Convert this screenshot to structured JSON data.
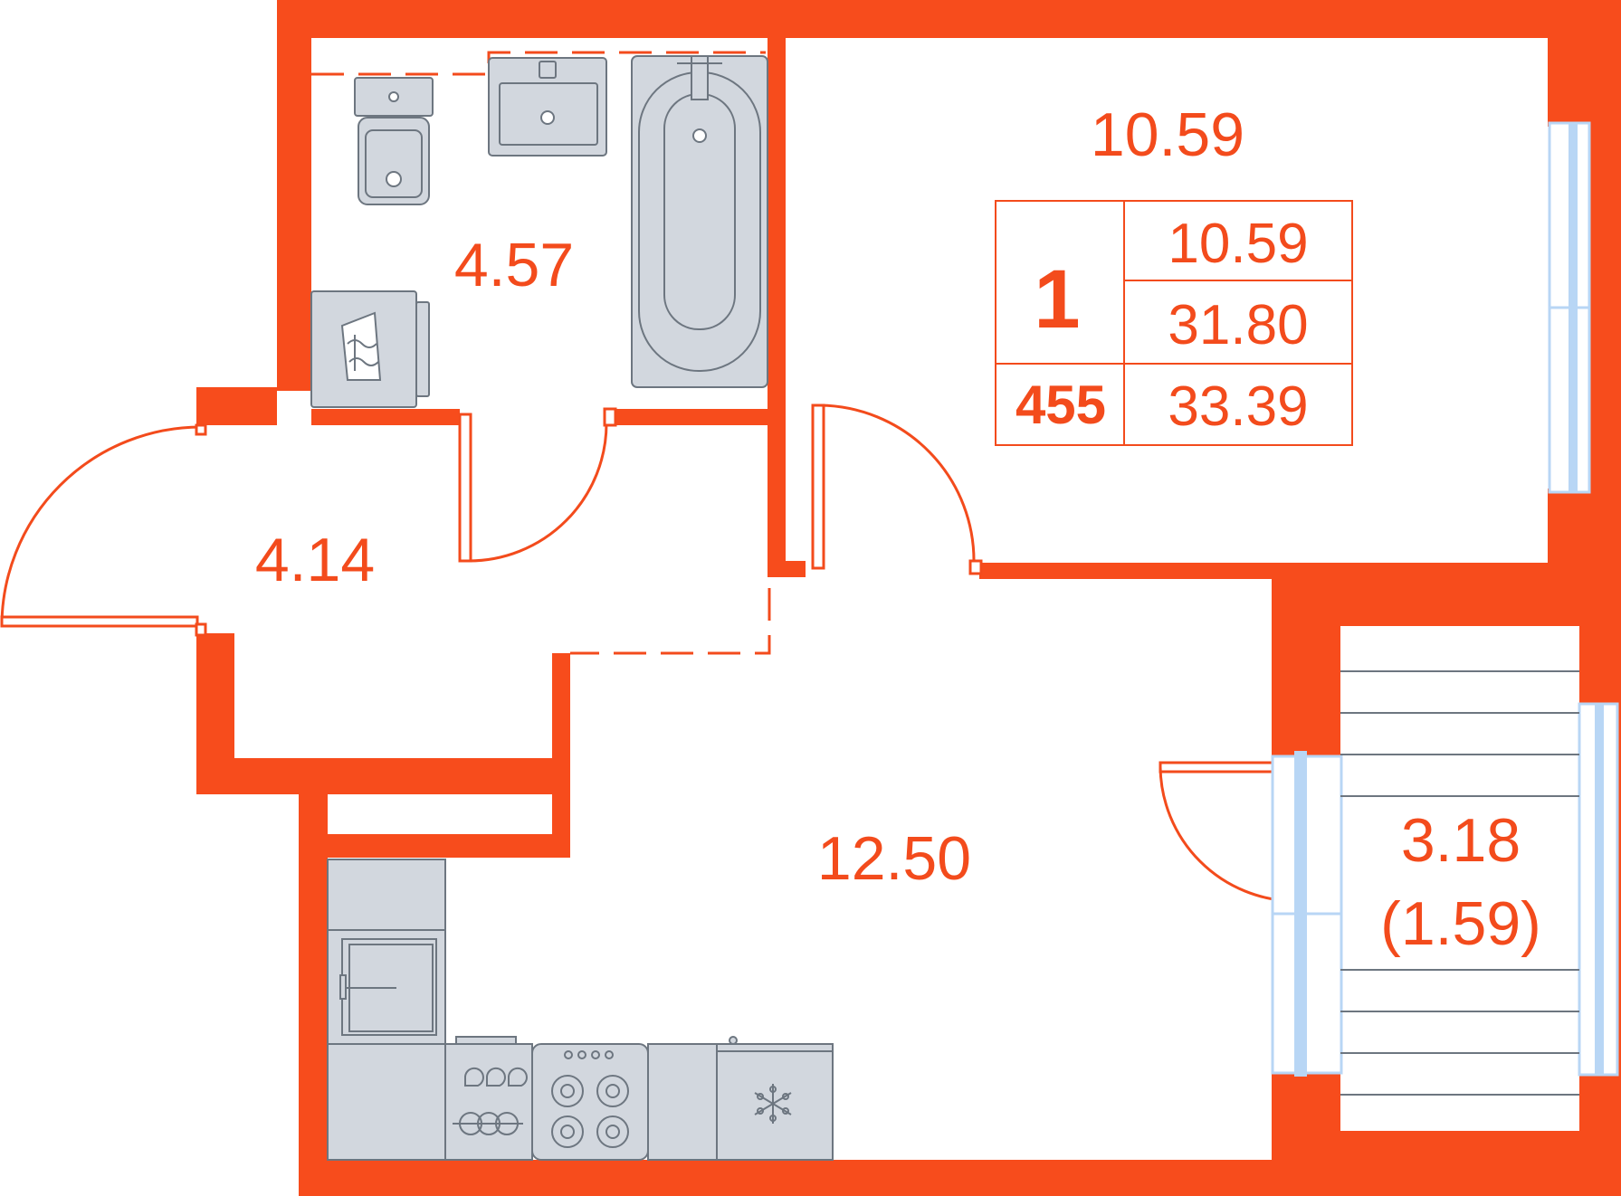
{
  "colors": {
    "wall": "#f74c1c",
    "fixture_fill": "#d2d7de",
    "fixture_stroke": "#6d7680",
    "glass": "#b8d6f5",
    "line": "#f34b1c"
  },
  "rooms": {
    "bathroom": {
      "area": "4.57"
    },
    "room": {
      "area": "10.59"
    },
    "hall": {
      "area": "4.14"
    },
    "kitchen": {
      "area": "12.50"
    },
    "balcony": {
      "area": "3.18",
      "reduced_area": "(1.59)"
    }
  },
  "info_table": {
    "rooms_count": "1",
    "apartment_number": "455",
    "living_area": "10.59",
    "total_area": "31.80",
    "total_with_balcony": "33.39"
  },
  "icons": [
    "toilet-icon",
    "sink-icon",
    "bathtub-icon",
    "washing-machine-icon",
    "fridge-icon",
    "dishwasher-icon",
    "stove-icon",
    "kitchen-sink-icon",
    "snowflake-icon"
  ]
}
